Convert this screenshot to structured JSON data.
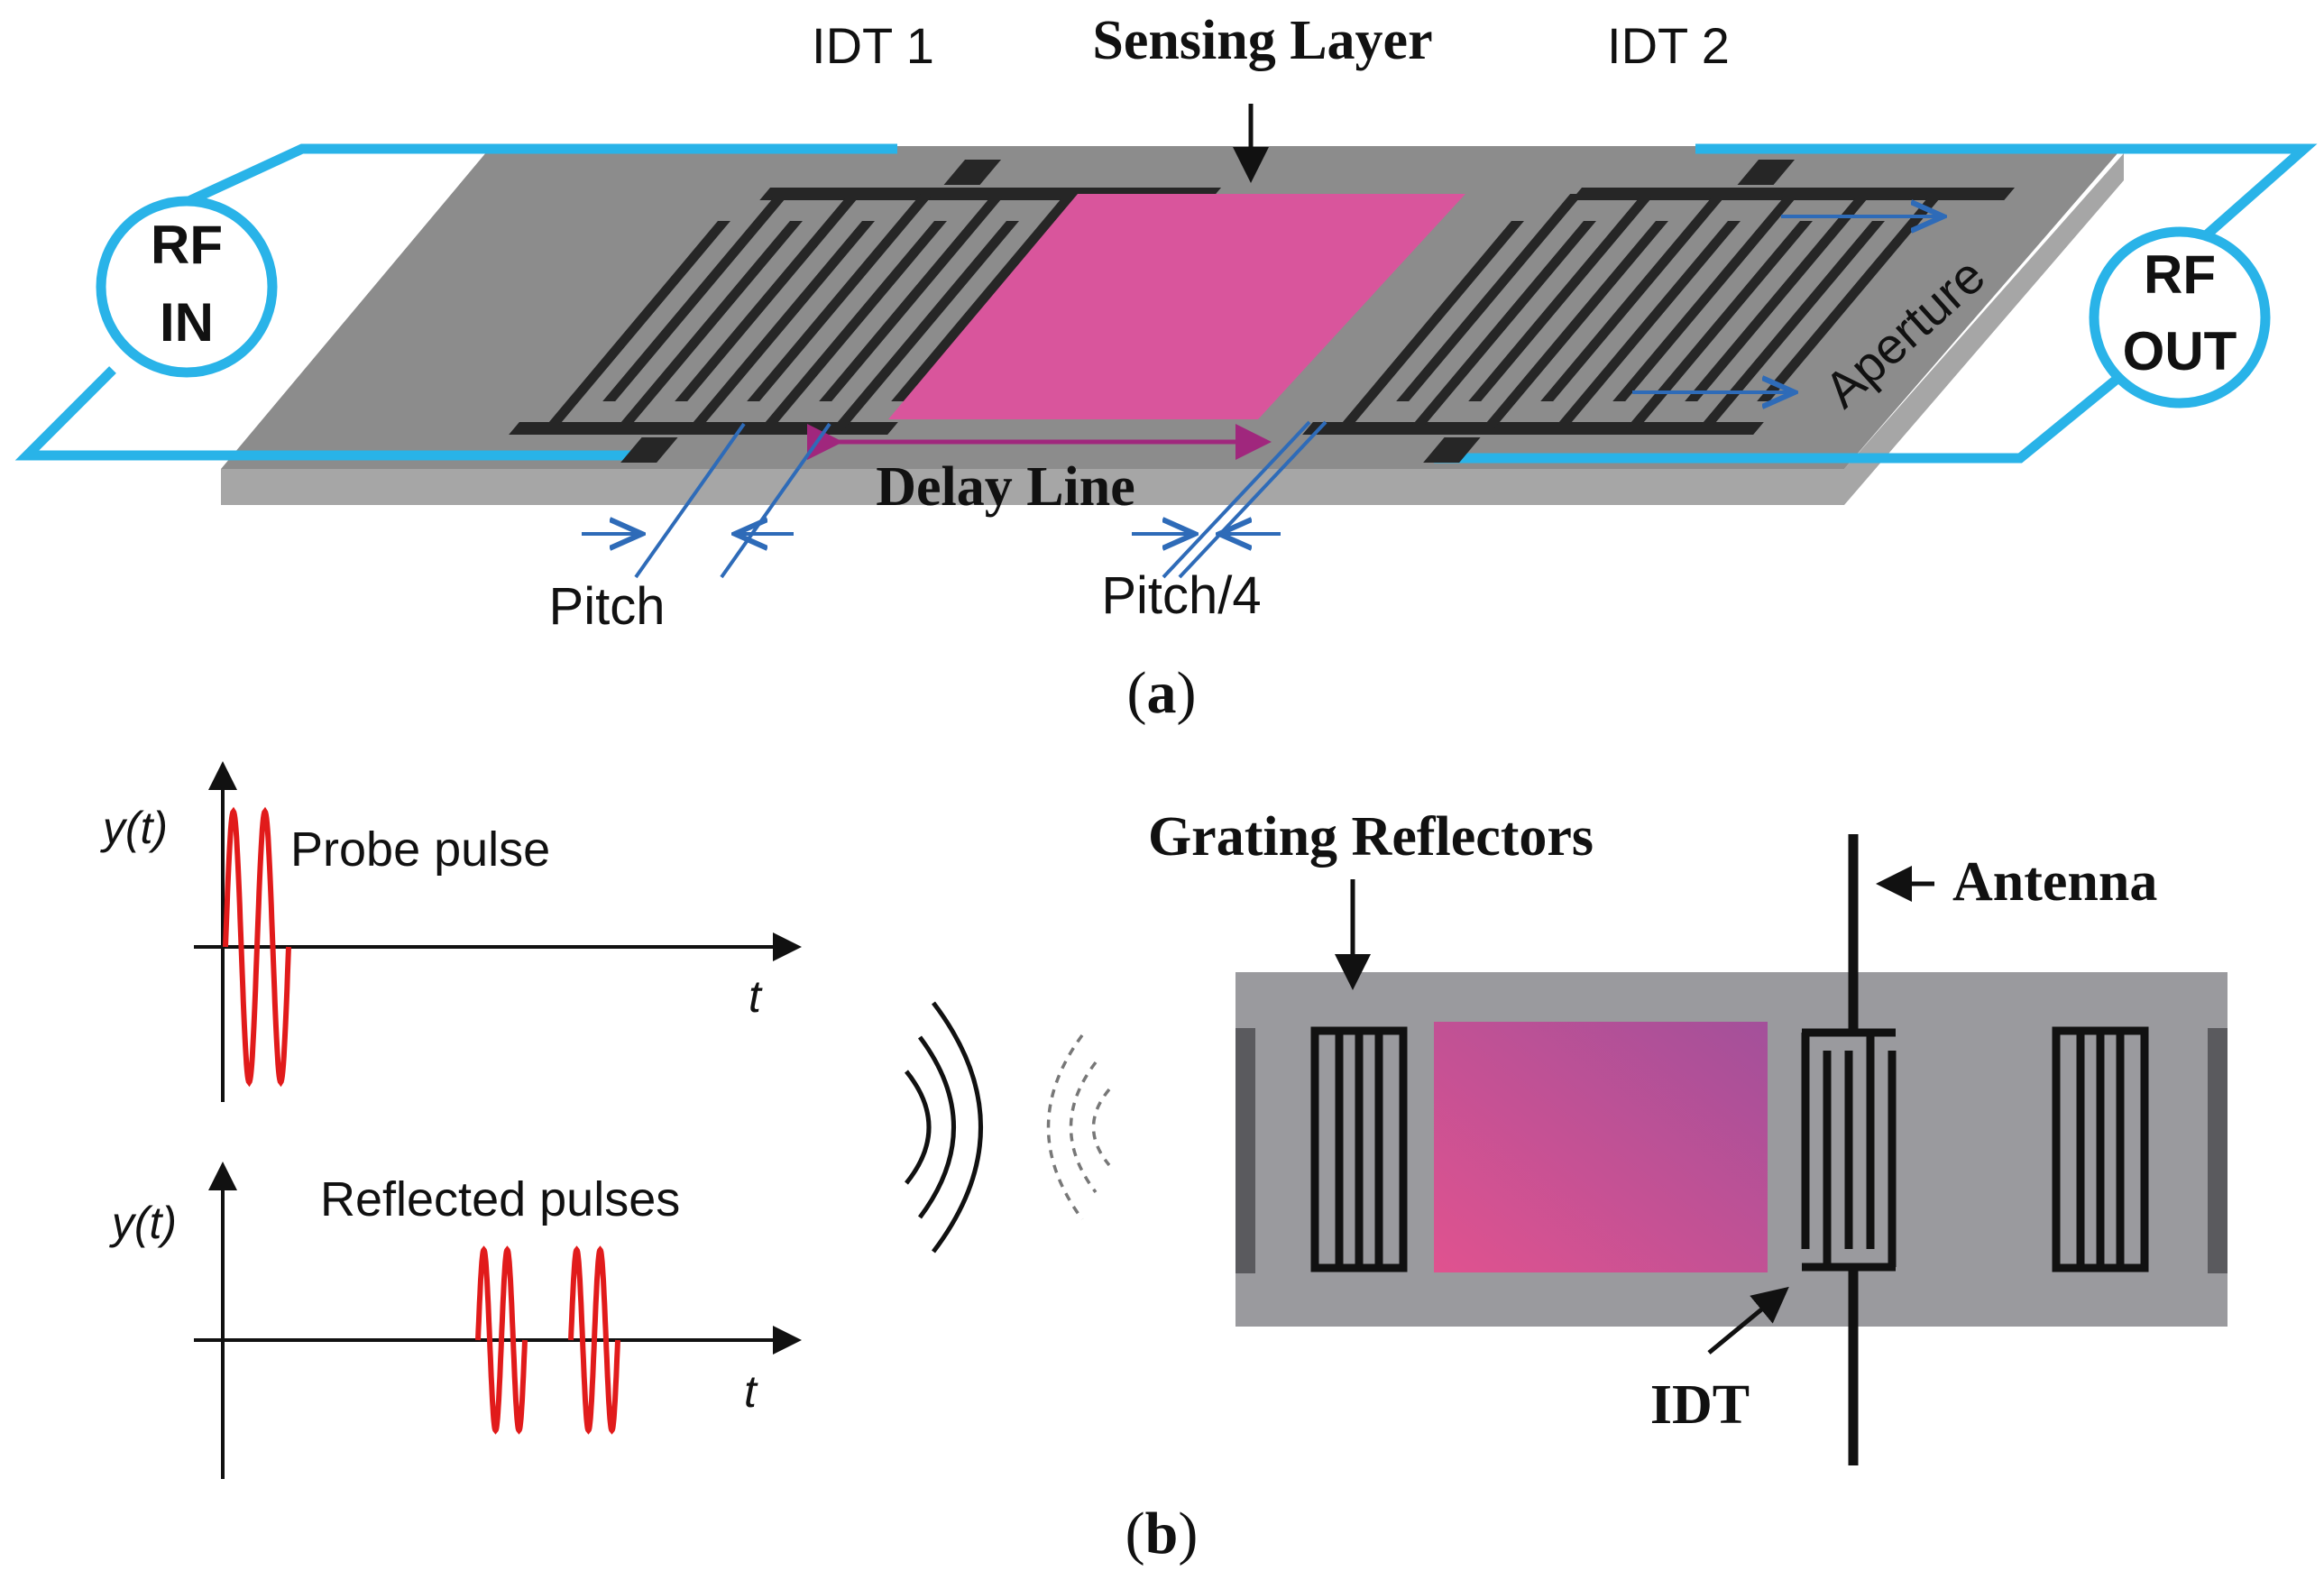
{
  "panel_a": {
    "label_prefix": "(",
    "label_letter": "a",
    "label_suffix": ")",
    "idt1": "IDT 1",
    "idt2": "IDT 2",
    "sensing_layer": "Sensing Layer",
    "rf_in_line1": "RF",
    "rf_in_line2": "IN",
    "rf_out_line1": "RF",
    "rf_out_line2": "OUT",
    "aperture": "Aperture",
    "delay_line": "Delay Line",
    "pitch": "Pitch",
    "pitch_quarter": "Pitch/4"
  },
  "panel_b": {
    "label_prefix": "(",
    "label_letter": "b",
    "label_suffix": ")",
    "probe_ylabel": "y(t)",
    "probe_title": "Probe pulse",
    "probe_xlabel": "t",
    "reflected_ylabel": "y(t)",
    "reflected_title": "Reflected pulses",
    "reflected_xlabel": "t",
    "grating_reflectors": "Grating Reflectors",
    "antenna": "Antenna",
    "idt": "IDT"
  },
  "colors": {
    "substrate_top": "#8c8c8c",
    "substrate_side": "#a6a6a6",
    "electrode": "#262626",
    "wire": "#29b3e8",
    "sensing": "#d9559c",
    "arrow_blue": "#2e6bb8",
    "delay_arrow": "#a0277d",
    "pulse": "#e11b1b"
  }
}
